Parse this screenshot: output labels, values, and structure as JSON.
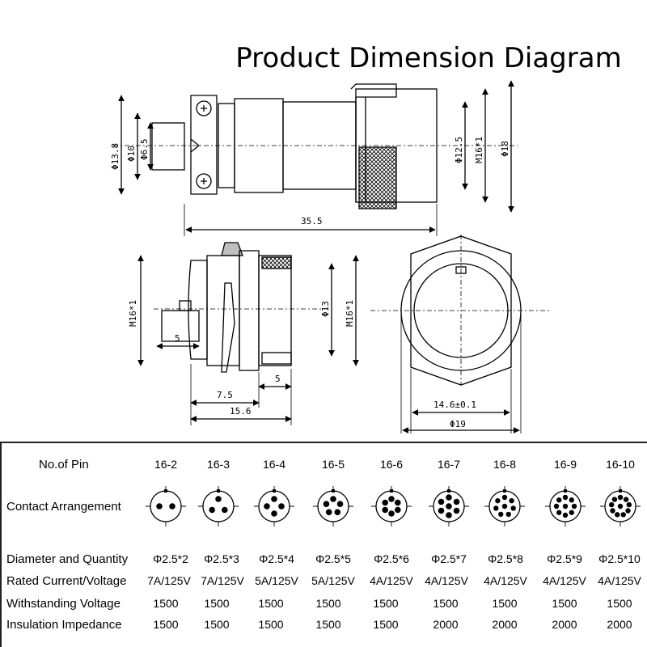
{
  "title": "Product Dimension Diagram",
  "dimensions": {
    "top_view": {
      "d13_8": "Φ13.8",
      "d10": "Φ10",
      "d6_5": "Φ6.5",
      "d12_5": "Φ12.5",
      "m16": "M16*1",
      "d18": "Φ18",
      "len35_5": "35.5"
    },
    "side_view": {
      "m16_left": "M16*1",
      "d13": "Φ13",
      "m16_right": "M16*1",
      "w5_pin": "5",
      "w5_nut": "5",
      "w7_5": "7.5",
      "w15_6": "15.6"
    },
    "front_view": {
      "w14_6": "14.6±0.1",
      "d19": "Φ19"
    }
  },
  "table": {
    "labels": {
      "pin": "No.of  Pin",
      "arrangement": "Contact Arrangement",
      "diameter": "Diameter and Quantity",
      "current": "Rated Current/Voltage",
      "withstanding": "Withstanding Voltage",
      "insulation": "Insulation Impedance"
    },
    "columns": [
      {
        "pin": "16-2",
        "diameter": "Φ2.5*2",
        "current": "7A/125V",
        "withstanding": "1500",
        "insulation": "1500",
        "contacts": 2
      },
      {
        "pin": "16-3",
        "diameter": "Φ2.5*3",
        "current": "7A/125V",
        "withstanding": "1500",
        "insulation": "1500",
        "contacts": 3
      },
      {
        "pin": "16-4",
        "diameter": "Φ2.5*4",
        "current": "5A/125V",
        "withstanding": "1500",
        "insulation": "1500",
        "contacts": 4
      },
      {
        "pin": "16-5",
        "diameter": "Φ2.5*5",
        "current": "5A/125V",
        "withstanding": "1500",
        "insulation": "1500",
        "contacts": 5
      },
      {
        "pin": "16-6",
        "diameter": "Φ2.5*6",
        "current": "4A/125V",
        "withstanding": "1500",
        "insulation": "1500",
        "contacts": 6
      },
      {
        "pin": "16-7",
        "diameter": "Φ2.5*7",
        "current": "4A/125V",
        "withstanding": "1500",
        "insulation": "2000",
        "contacts": 7
      },
      {
        "pin": "16-8",
        "diameter": "Φ2.5*8",
        "current": "4A/125V",
        "withstanding": "1500",
        "insulation": "2000",
        "contacts": 8
      },
      {
        "pin": "16-9",
        "diameter": "Φ2.5*9",
        "current": "4A/125V",
        "withstanding": "1500",
        "insulation": "2000",
        "contacts": 9
      },
      {
        "pin": "16-10",
        "diameter": "Φ2.5*10",
        "current": "4A/125V",
        "withstanding": "1500",
        "insulation": "2000",
        "contacts": 10
      }
    ]
  }
}
